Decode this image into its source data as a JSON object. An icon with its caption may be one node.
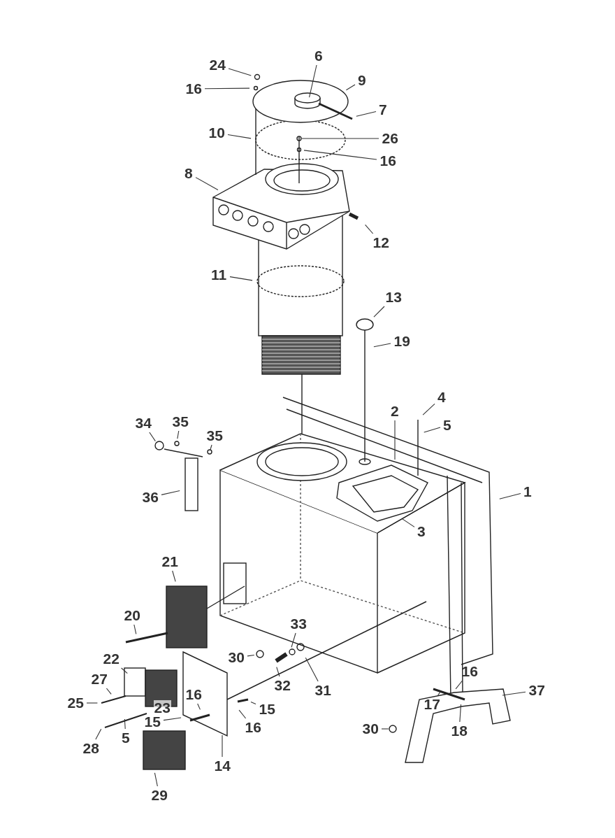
{
  "diagram": {
    "nodes": [
      {
        "text": [
          "24"
        ]
      },
      {
        "text": [
          "16"
        ]
      },
      {
        "text": [
          "6"
        ]
      },
      {
        "text": [
          "9"
        ]
      },
      {
        "text": [
          "7"
        ]
      },
      {
        "text": [
          "10"
        ]
      },
      {
        "text": [
          "26"
        ]
      },
      {
        "text": [
          "16"
        ]
      },
      {
        "text": [
          "8"
        ]
      },
      {
        "text": [
          "12"
        ]
      },
      {
        "text": [
          "11"
        ]
      },
      {
        "text": [
          "13"
        ]
      },
      {
        "text": [
          "19"
        ]
      },
      {
        "text": [
          "4"
        ]
      },
      {
        "text": [
          "5"
        ]
      },
      {
        "text": [
          "2"
        ]
      },
      {
        "text": [
          "1"
        ]
      },
      {
        "text": [
          "3"
        ]
      },
      {
        "text": [
          "34"
        ]
      },
      {
        "text": [
          "35"
        ]
      },
      {
        "text": [
          "35"
        ]
      },
      {
        "text": [
          "36"
        ]
      },
      {
        "text": [
          "21"
        ]
      },
      {
        "text": [
          "20"
        ]
      },
      {
        "text": [
          "22"
        ]
      },
      {
        "text": [
          "27"
        ]
      },
      {
        "text": [
          "25"
        ]
      },
      {
        "text": [
          "16"
        ]
      },
      {
        "text": [
          "15"
        ]
      },
      {
        "text": [
          "15"
        ]
      },
      {
        "text": [
          "16"
        ]
      },
      {
        "text": [
          "28"
        ]
      },
      {
        "text": [
          "5"
        ]
      },
      {
        "text": [
          "14"
        ]
      },
      {
        "text": [
          "29"
        ]
      },
      {
        "text": [
          "30"
        ]
      },
      {
        "text": [
          "33"
        ]
      },
      {
        "text": [
          "32"
        ]
      },
      {
        "text": [
          "31"
        ]
      },
      {
        "text": [
          "30"
        ]
      },
      {
        "text": [
          "16"
        ]
      },
      {
        "text": [
          "17"
        ]
      },
      {
        "text": [
          "18"
        ]
      },
      {
        "text": [
          "37"
        ]
      }
    ],
    "edges": [
      {
        "from": 0,
        "to": null,
        "arrow": "none"
      },
      {
        "from": 1,
        "to": null,
        "arrow": "none"
      },
      {
        "from": 2,
        "to": null,
        "arrow": "none"
      },
      {
        "from": 3,
        "to": null,
        "arrow": "none"
      },
      {
        "from": 4,
        "to": null,
        "arrow": "none"
      },
      {
        "from": 5,
        "to": null,
        "arrow": "none"
      },
      {
        "from": 6,
        "to": null,
        "arrow": "none"
      },
      {
        "from": 7,
        "to": null,
        "arrow": "none"
      },
      {
        "from": 8,
        "to": null,
        "arrow": "none"
      },
      {
        "from": 9,
        "to": null,
        "arrow": "none"
      },
      {
        "from": 10,
        "to": null,
        "arrow": "none"
      },
      {
        "from": 11,
        "to": null,
        "arrow": "none"
      },
      {
        "from": 12,
        "to": null,
        "arrow": "none"
      },
      {
        "from": 13,
        "to": null,
        "arrow": "none"
      },
      {
        "from": 14,
        "to": null,
        "arrow": "none"
      },
      {
        "from": 15,
        "to": null,
        "arrow": "none"
      },
      {
        "from": 16,
        "to": null,
        "arrow": "none"
      },
      {
        "from": 17,
        "to": null,
        "arrow": "none"
      },
      {
        "from": 18,
        "to": null,
        "arrow": "none"
      },
      {
        "from": 19,
        "to": null,
        "arrow": "none"
      },
      {
        "from": 20,
        "to": null,
        "arrow": "none"
      },
      {
        "from": 21,
        "to": null,
        "arrow": "none"
      },
      {
        "from": 22,
        "to": null,
        "arrow": "none"
      },
      {
        "from": 23,
        "to": null,
        "arrow": "none"
      },
      {
        "from": 24,
        "to": null,
        "arrow": "none"
      },
      {
        "from": 25,
        "to": null,
        "arrow": "none"
      },
      {
        "from": 26,
        "to": null,
        "arrow": "none"
      },
      {
        "from": 27,
        "to": null,
        "arrow": "none"
      },
      {
        "from": 28,
        "to": null,
        "arrow": "none"
      },
      {
        "from": 29,
        "to": null,
        "arrow": "none"
      },
      {
        "from": 30,
        "to": null,
        "arrow": "none"
      },
      {
        "from": 31,
        "to": null,
        "arrow": "none"
      },
      {
        "from": 32,
        "to": null,
        "arrow": "none"
      },
      {
        "from": 33,
        "to": null,
        "arrow": "none"
      },
      {
        "from": 34,
        "to": null,
        "arrow": "none"
      },
      {
        "from": 35,
        "to": null,
        "arrow": "none"
      },
      {
        "from": 36,
        "to": null,
        "arrow": "none"
      },
      {
        "from": 37,
        "to": null,
        "arrow": "none"
      },
      {
        "from": 38,
        "to": null,
        "arrow": "none"
      },
      {
        "from": 39,
        "to": null,
        "arrow": "none"
      },
      {
        "from": 40,
        "to": null,
        "arrow": "none"
      },
      {
        "from": 41,
        "to": null,
        "arrow": "none"
      },
      {
        "from": 42,
        "to": null,
        "arrow": "none"
      },
      {
        "from": 43,
        "to": null,
        "arrow": "none"
      }
    ],
    "labels": [
      "23"
    ]
  }
}
